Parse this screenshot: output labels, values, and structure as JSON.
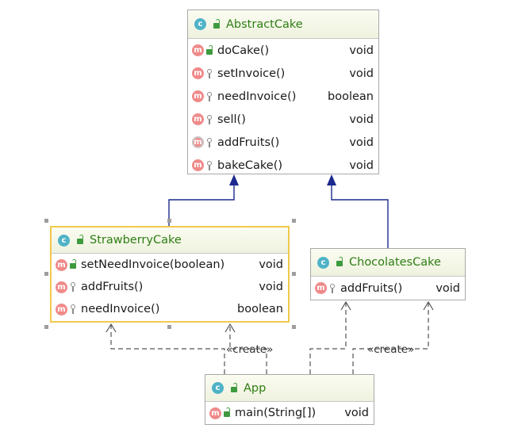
{
  "colors": {
    "extends_line": "#1c2a8f",
    "dependency_line": "#555555",
    "selection": "#f2c94c",
    "class_name": "#2e7d14"
  },
  "classes": {
    "abstract_cake": {
      "name": "AbstractCake",
      "icon": "class-icon",
      "methods": [
        {
          "name": "doCake()",
          "type": "void",
          "icon": "method-icon",
          "visibility": "public"
        },
        {
          "name": "setInvoice()",
          "type": "void",
          "icon": "method-icon",
          "visibility": "package"
        },
        {
          "name": "needInvoice()",
          "type": "boolean",
          "icon": "method-icon",
          "visibility": "package"
        },
        {
          "name": "sell()",
          "type": "void",
          "icon": "method-icon",
          "visibility": "package"
        },
        {
          "name": "addFruits()",
          "type": "void",
          "icon": "abstract-method-icon",
          "visibility": "package"
        },
        {
          "name": "bakeCake()",
          "type": "void",
          "icon": "method-icon",
          "visibility": "package"
        }
      ]
    },
    "strawberry_cake": {
      "name": "StrawberryCake",
      "icon": "class-icon",
      "methods": [
        {
          "name": "setNeedInvoice(boolean)",
          "type": "void",
          "icon": "method-icon",
          "visibility": "public"
        },
        {
          "name": "addFruits()",
          "type": "void",
          "icon": "method-icon",
          "visibility": "package"
        },
        {
          "name": "needInvoice()",
          "type": "boolean",
          "icon": "method-icon",
          "visibility": "package"
        }
      ]
    },
    "chocolates_cake": {
      "name": "ChocolatesCake",
      "icon": "class-icon",
      "methods": [
        {
          "name": "addFruits()",
          "type": "void",
          "icon": "method-icon",
          "visibility": "package"
        }
      ]
    },
    "app": {
      "name": "App",
      "icon": "runnable-class-icon",
      "methods": [
        {
          "name": "main(String[])",
          "type": "void",
          "icon": "static-method-icon",
          "visibility": "public"
        }
      ]
    }
  },
  "relations": {
    "create_label_left": "«create»",
    "create_label_right": "«create»"
  }
}
